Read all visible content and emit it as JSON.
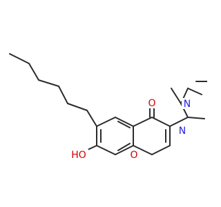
{
  "molecule": {
    "atom_labels": {
      "ketone_oxygen": "O",
      "hydroxyl": "HO",
      "ring_oxygen": "O",
      "methyl_nitrogen": "N",
      "imine_nitrogen": "N"
    },
    "colors": {
      "bond": "#2b2b2b",
      "oxygen": "#d40000",
      "nitrogen": "#1f1fe0",
      "background": "#ffffff"
    }
  }
}
